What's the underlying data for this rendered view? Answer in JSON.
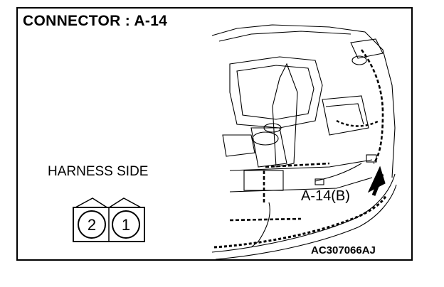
{
  "title": "CONNECTOR : A-14",
  "harness_side_label": "HARNESS SIDE",
  "connector": {
    "pins": [
      "2",
      "1"
    ]
  },
  "callout_label": "A-14(B)",
  "figure_code": "AC307066AJ",
  "colors": {
    "line": "#000000",
    "background": "#ffffff"
  }
}
